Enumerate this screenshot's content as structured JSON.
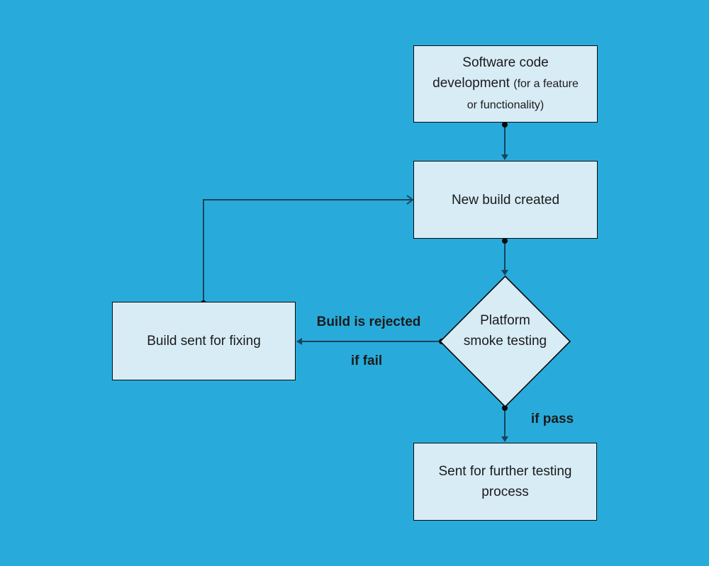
{
  "colors": {
    "background": "#28ABDB",
    "node_fill": "#D8ECF6",
    "node_border": "#0B0B0B",
    "connector": "#17455C",
    "text": "#1B1B1B"
  },
  "nodes": {
    "software_dev": {
      "text_main": "Software code development",
      "text_note": "(for a feature or functionality)"
    },
    "new_build": {
      "text": "New build created"
    },
    "smoke_testing": {
      "text": "Platform smoke testing"
    },
    "build_fixing": {
      "text": "Build sent for fixing"
    },
    "further_testing": {
      "text": "Sent for further testing process"
    }
  },
  "edge_labels": {
    "rejected": "Build is rejected",
    "if_fail": "if fail",
    "if_pass": "if pass"
  }
}
